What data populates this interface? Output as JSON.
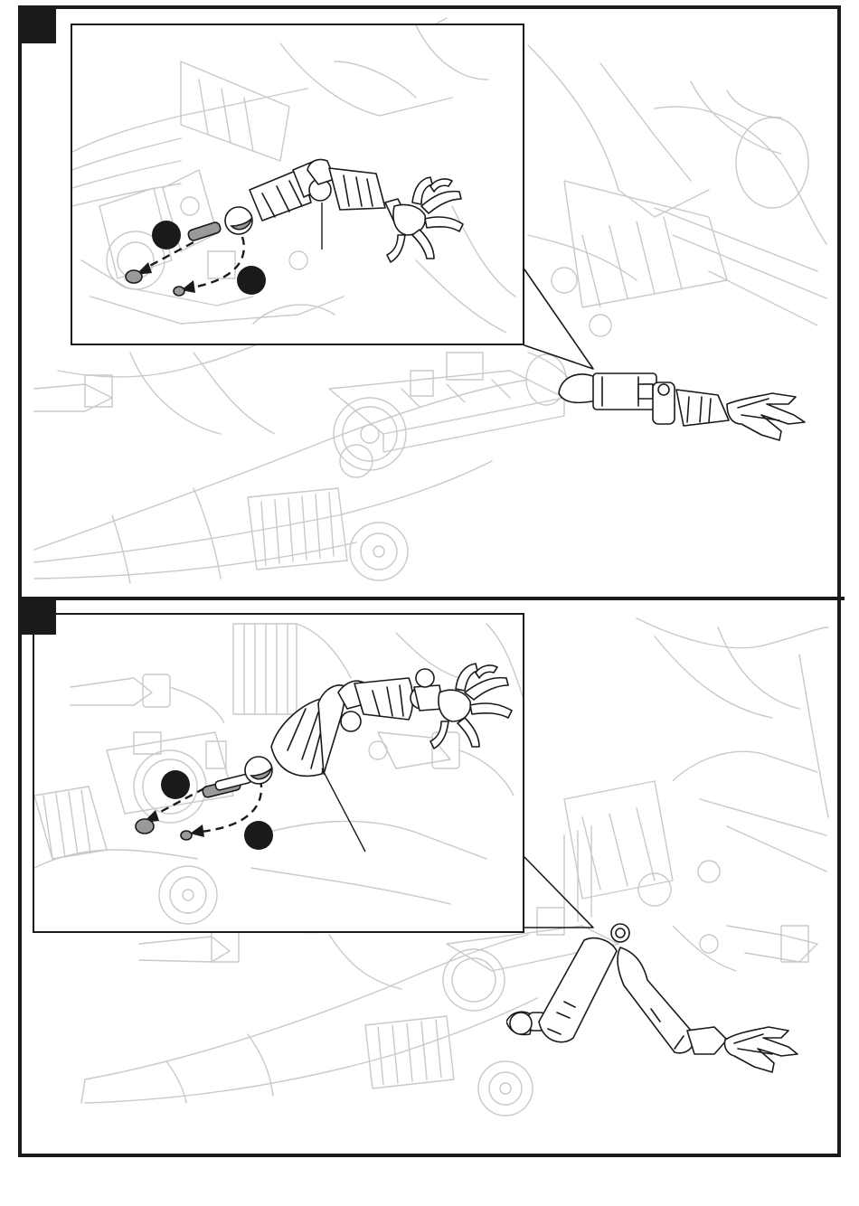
{
  "colors": {
    "ink": "#1a1a1a",
    "faint_line": "#c9c9c9",
    "part_grey": "#9a9a9a",
    "background": "#ffffff"
  },
  "steps": [
    {
      "badge_icon": "step-badge-square",
      "callout_icon": "arm-attach-detail",
      "markers": [
        "numbered-dot-1",
        "numbered-dot-2"
      ],
      "scene_icon": "dragon-robot-left-arm-attached"
    },
    {
      "badge_icon": "step-badge-square",
      "callout_icon": "arm-attach-detail",
      "markers": [
        "numbered-dot-1",
        "numbered-dot-2"
      ],
      "scene_icon": "dragon-robot-right-arm-attached"
    }
  ]
}
